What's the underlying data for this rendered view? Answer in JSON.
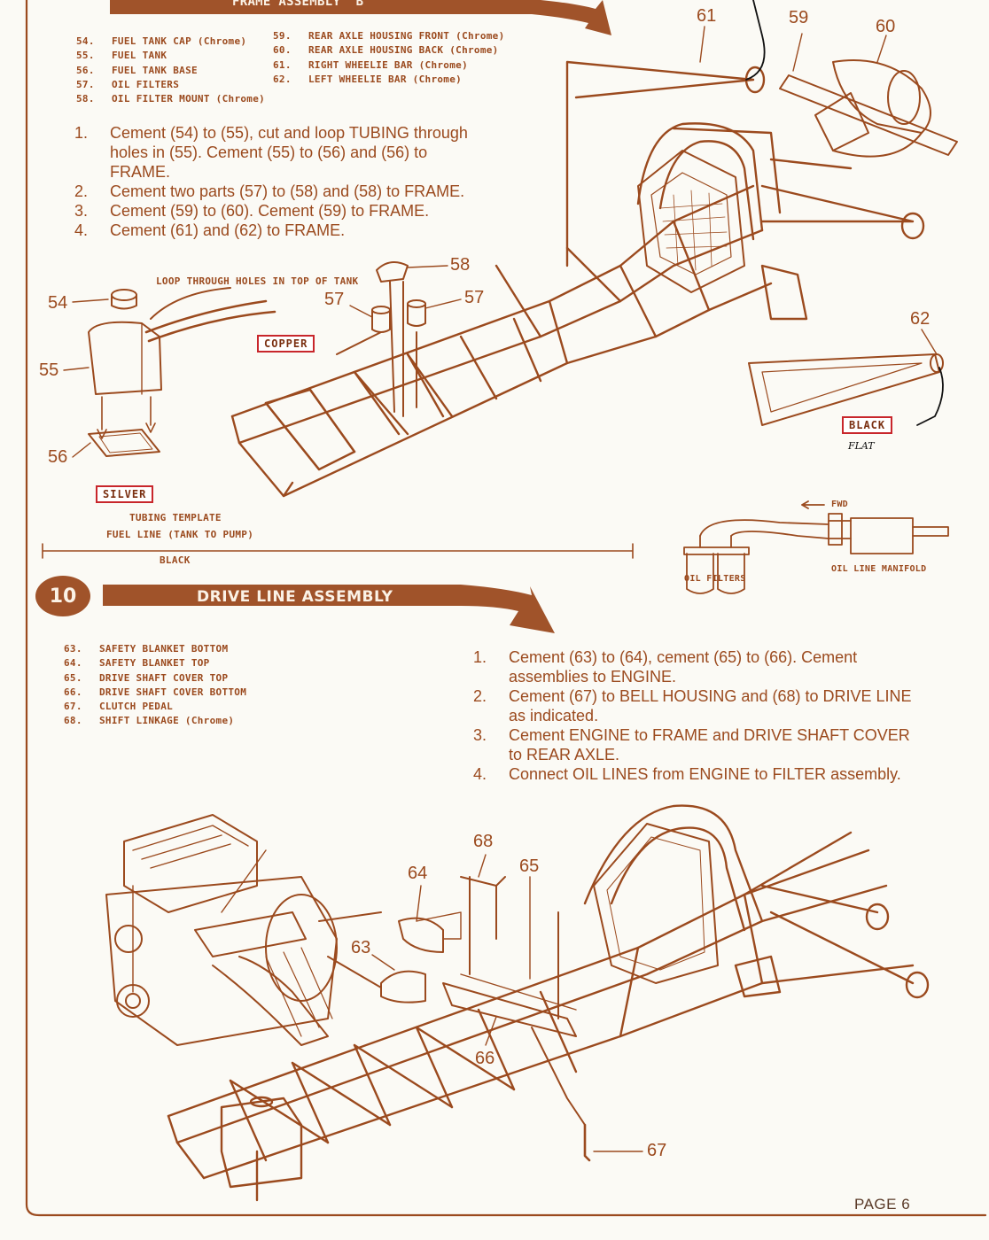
{
  "section9": {
    "title": "FRAME ASSEMBLY \"B\"",
    "parts_left": [
      {
        "num": "54.",
        "name": "FUEL TANK CAP (Chrome)"
      },
      {
        "num": "55.",
        "name": "FUEL TANK"
      },
      {
        "num": "56.",
        "name": "FUEL TANK BASE"
      },
      {
        "num": "57.",
        "name": "OIL FILTERS"
      },
      {
        "num": "58.",
        "name": "OIL FILTER MOUNT (Chrome)"
      }
    ],
    "parts_right": [
      {
        "num": "59.",
        "name": "REAR AXLE HOUSING FRONT (Chrome)"
      },
      {
        "num": "60.",
        "name": "REAR AXLE HOUSING BACK (Chrome)"
      },
      {
        "num": "61.",
        "name": "RIGHT WHEELIE BAR (Chrome)"
      },
      {
        "num": "62.",
        "name": "LEFT WHEELIE BAR (Chrome)"
      }
    ],
    "steps": [
      {
        "num": "1.",
        "text": "Cement (54) to (55), cut and loop TUBING through holes in (55). Cement (55) to (56) and (56) to FRAME."
      },
      {
        "num": "2.",
        "text": "Cement two parts (57) to (58) and (58) to FRAME."
      },
      {
        "num": "3.",
        "text": "Cement (59) to (60). Cement (59) to FRAME."
      },
      {
        "num": "4.",
        "text": "Cement (61) and (62) to FRAME."
      }
    ]
  },
  "section9_diagram": {
    "callouts": [
      "54",
      "55",
      "56",
      "57",
      "57",
      "58",
      "59",
      "60",
      "61",
      "62"
    ],
    "loop_label": "LOOP THROUGH HOLES IN TOP OF TANK",
    "tags": {
      "copper": "COPPER",
      "silver": "SILVER",
      "black": "BLACK"
    },
    "handwritten": "FLAT",
    "template_label_1": "TUBING TEMPLATE",
    "template_label_2": "FUEL LINE (TANK TO PUMP)",
    "template_color": "BLACK",
    "fwd_label": "FWD",
    "oil_filters_label": "OIL FILTERS",
    "manifold_label": "OIL LINE MANIFOLD"
  },
  "section10": {
    "number": "10",
    "title": "DRIVE LINE ASSEMBLY",
    "parts": [
      {
        "num": "63.",
        "name": "SAFETY BLANKET BOTTOM"
      },
      {
        "num": "64.",
        "name": "SAFETY BLANKET TOP"
      },
      {
        "num": "65.",
        "name": "DRIVE SHAFT COVER TOP"
      },
      {
        "num": "66.",
        "name": "DRIVE SHAFT COVER BOTTOM"
      },
      {
        "num": "67.",
        "name": "CLUTCH PEDAL"
      },
      {
        "num": "68.",
        "name": "SHIFT LINKAGE (Chrome)"
      }
    ],
    "steps": [
      {
        "num": "1.",
        "text": "Cement (63) to (64), cement (65) to (66). Cement assemblies to ENGINE."
      },
      {
        "num": "2.",
        "text": "Cement (67) to BELL HOUSING and (68) to DRIVE LINE as indicated."
      },
      {
        "num": "3.",
        "text": "Cement ENGINE to FRAME and DRIVE SHAFT COVER to REAR AXLE."
      },
      {
        "num": "4.",
        "text": "Connect OIL LINES from ENGINE to FILTER assembly."
      }
    ],
    "callouts": [
      "63",
      "64",
      "65",
      "66",
      "67",
      "68"
    ]
  },
  "footer": {
    "page": "PAGE 6"
  },
  "colors": {
    "ink": "#9b4a1e",
    "band": "#a0532a",
    "tag_border": "#c8262b",
    "paper": "#fbfaf5"
  }
}
